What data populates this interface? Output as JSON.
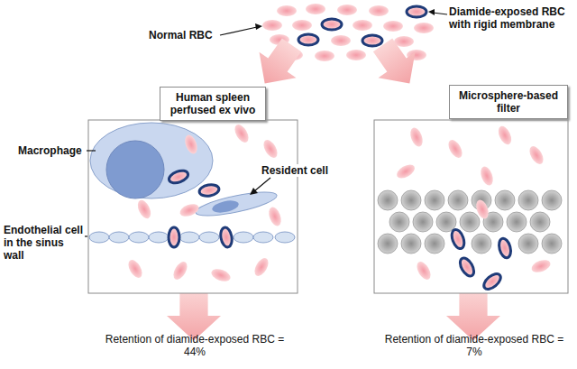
{
  "diagram": {
    "nodes": [
      {
        "text": [
          "Human spleen perfused ex vivo"
        ]
      },
      {
        "text": [
          "Microsphere-based filter"
        ]
      }
    ],
    "labels": [
      "Normal RBC",
      "Diamide-exposed RBC with rigid membrane",
      "Macrophage",
      "Resident cell",
      "Endothelial cell in the sinus wall",
      "Retention of diamide-exposed RBC = 44%",
      "Retention of diamide-exposed RBC = 7%"
    ]
  }
}
